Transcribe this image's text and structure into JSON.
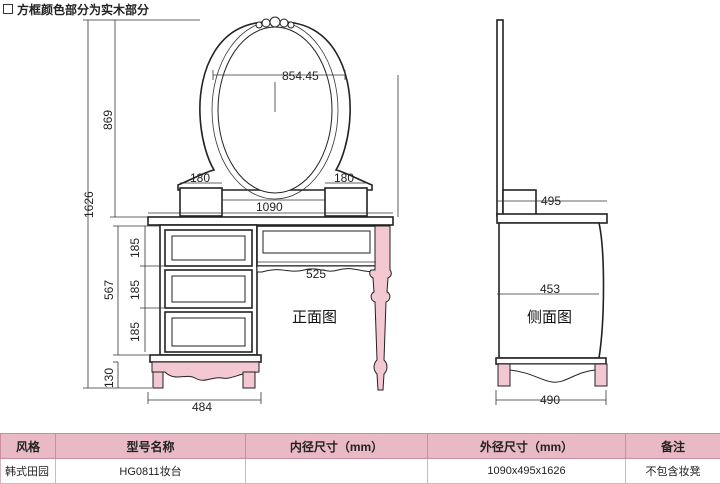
{
  "caption": "方框颜色部分为实木部分",
  "colors": {
    "solid_wood": "#f3c8d2",
    "table_header": "#e9b9c6",
    "outline": "#222222"
  },
  "front_view": {
    "label": "正面图",
    "dims": {
      "mirror_width": "854.45",
      "mirror_height": "869",
      "total_height": "1626",
      "left_box_width": "180",
      "right_box_width": "180",
      "top_width": "1090",
      "body_height": "567",
      "drawer_1_height": "185",
      "drawer_2_height": "185",
      "drawer_3_height": "185",
      "base_height": "130",
      "right_drawer_width": "525",
      "cabinet_width": "484"
    }
  },
  "side_view": {
    "label": "侧面图",
    "dims": {
      "top_depth": "495",
      "inner_depth": "453",
      "base_depth": "490"
    }
  },
  "table": {
    "headers": [
      "风格",
      "型号名称",
      "内径尺寸（mm）",
      "外径尺寸（mm）",
      "备注"
    ],
    "row": [
      "韩式田园",
      "HG0811妆台",
      "",
      "1090x495x1626",
      "不包含妆凳"
    ]
  }
}
